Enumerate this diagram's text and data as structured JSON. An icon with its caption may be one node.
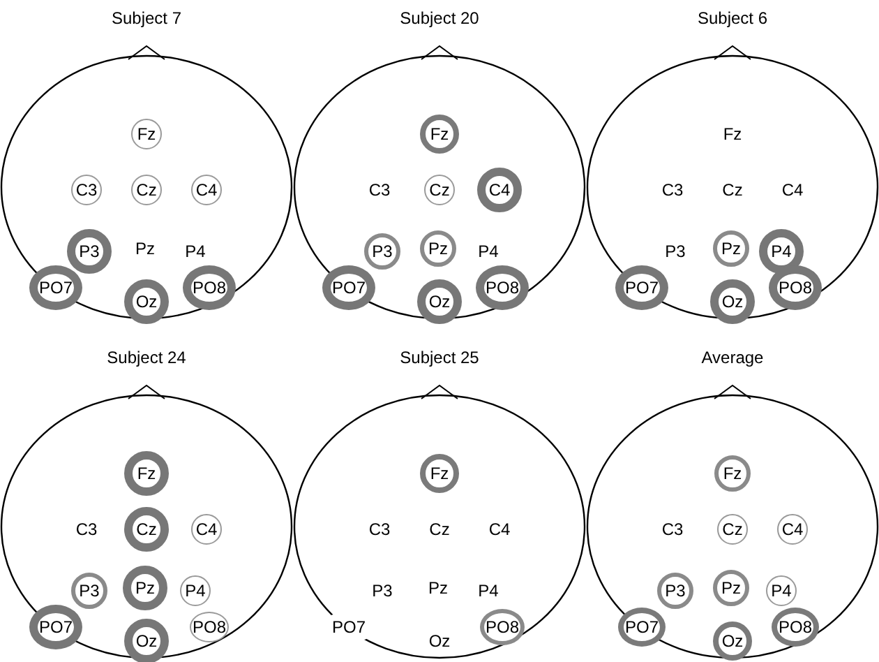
{
  "diagram": {
    "nodes": [
      {
        "text": [
          "Subject 7"
        ]
      },
      {
        "text": [
          "Fz"
        ],
        "in": 0
      },
      {
        "text": [
          "C3"
        ],
        "in": 0
      },
      {
        "text": [
          "Cz"
        ],
        "in": 0
      },
      {
        "text": [
          "C4"
        ],
        "in": 0
      },
      {
        "text": [
          "P3"
        ],
        "in": 0
      },
      {
        "text": [
          "Pz"
        ],
        "in": 0
      },
      {
        "text": [
          "P4"
        ],
        "in": 0
      },
      {
        "text": [
          "PO7"
        ],
        "in": 0
      },
      {
        "text": [
          "Oz"
        ],
        "in": 0
      },
      {
        "text": [
          "PO8"
        ],
        "in": 0
      },
      {
        "text": [
          "Subject 20"
        ]
      },
      {
        "text": [
          "Fz"
        ],
        "in": 11
      },
      {
        "text": [
          "C3"
        ],
        "in": 11
      },
      {
        "text": [
          "Cz"
        ],
        "in": 11
      },
      {
        "text": [
          "C4"
        ],
        "in": 11
      },
      {
        "text": [
          "P3"
        ],
        "in": 11
      },
      {
        "text": [
          "Pz"
        ],
        "in": 11
      },
      {
        "text": [
          "P4"
        ],
        "in": 11
      },
      {
        "text": [
          "PO7"
        ],
        "in": 11
      },
      {
        "text": [
          "Oz"
        ],
        "in": 11
      },
      {
        "text": [
          "PO8"
        ],
        "in": 11
      },
      {
        "text": [
          "Subject 6"
        ]
      },
      {
        "text": [
          "Fz"
        ],
        "in": 22
      },
      {
        "text": [
          "C3"
        ],
        "in": 22
      },
      {
        "text": [
          "Cz"
        ],
        "in": 22
      },
      {
        "text": [
          "C4"
        ],
        "in": 22
      },
      {
        "text": [
          "P3"
        ],
        "in": 22
      },
      {
        "text": [
          "Pz"
        ],
        "in": 22
      },
      {
        "text": [
          "P4"
        ],
        "in": 22
      },
      {
        "text": [
          "PO7"
        ],
        "in": 22
      },
      {
        "text": [
          "Oz"
        ],
        "in": 22
      },
      {
        "text": [
          "PO8"
        ],
        "in": 22
      },
      {
        "text": [
          "Subject 24"
        ]
      },
      {
        "text": [
          "Fz"
        ],
        "in": 33
      },
      {
        "text": [
          "C3"
        ],
        "in": 33
      },
      {
        "text": [
          "Cz"
        ],
        "in": 33
      },
      {
        "text": [
          "C4"
        ],
        "in": 33
      },
      {
        "text": [
          "P3"
        ],
        "in": 33
      },
      {
        "text": [
          "Pz"
        ],
        "in": 33
      },
      {
        "text": [
          "P4"
        ],
        "in": 33
      },
      {
        "text": [
          "PO7"
        ],
        "in": 33
      },
      {
        "text": [
          "Oz"
        ],
        "in": 33
      },
      {
        "text": [
          "PO8"
        ],
        "in": 33
      },
      {
        "text": [
          "Subject 25"
        ]
      },
      {
        "text": [
          "Fz"
        ],
        "in": 44
      },
      {
        "text": [
          "C3"
        ],
        "in": 44
      },
      {
        "text": [
          "Cz"
        ],
        "in": 44
      },
      {
        "text": [
          "C4"
        ],
        "in": 44
      },
      {
        "text": [
          "P3"
        ],
        "in": 44
      },
      {
        "text": [
          "Pz"
        ],
        "in": 44
      },
      {
        "text": [
          "P4"
        ],
        "in": 44
      },
      {
        "text": [
          "PO7"
        ],
        "in": 44
      },
      {
        "text": [
          "Oz"
        ],
        "in": 44
      },
      {
        "text": [
          "PO8"
        ],
        "in": 44
      },
      {
        "text": [
          "Average"
        ]
      },
      {
        "text": [
          "Fz"
        ],
        "in": 55
      },
      {
        "text": [
          "C3"
        ],
        "in": 55
      },
      {
        "text": [
          "Cz"
        ],
        "in": 55
      },
      {
        "text": [
          "C4"
        ],
        "in": 55
      },
      {
        "text": [
          "P3"
        ],
        "in": 55
      },
      {
        "text": [
          "Pz"
        ],
        "in": 55
      },
      {
        "text": [
          "P4"
        ],
        "in": 55
      },
      {
        "text": [
          "PO7"
        ],
        "in": 55
      },
      {
        "text": [
          "Oz"
        ],
        "in": 55
      },
      {
        "text": [
          "PO8"
        ],
        "in": 55
      }
    ]
  }
}
